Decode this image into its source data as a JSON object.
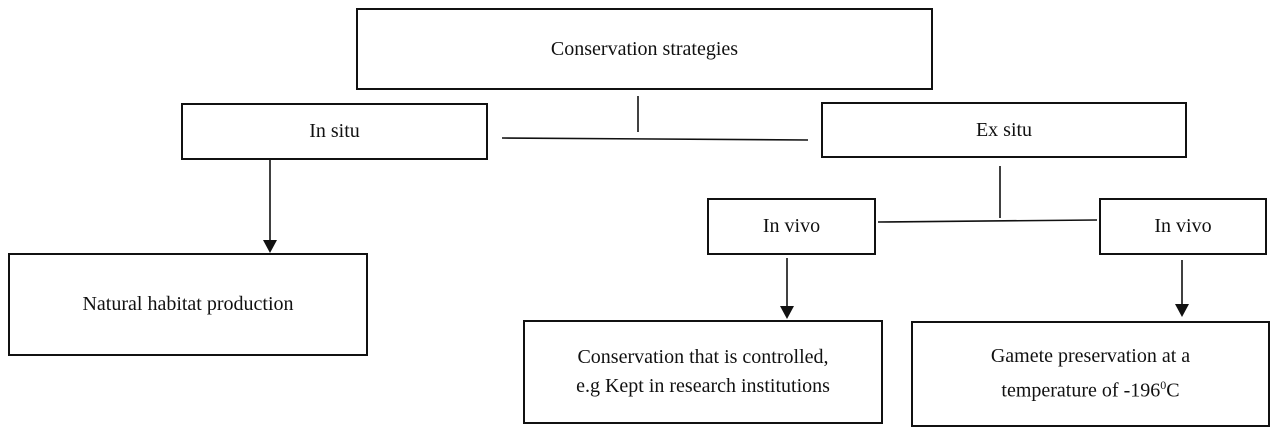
{
  "diagram": {
    "root": {
      "label": "Conservation strategies"
    },
    "in_situ": {
      "label": "In situ"
    },
    "ex_situ": {
      "label": "Ex situ"
    },
    "in_vivo_left": {
      "label": "In vivo"
    },
    "in_vivo_right": {
      "label": "In vivo"
    },
    "natural_habitat": {
      "label": "Natural habitat production"
    },
    "controlled": {
      "line1": "Conservation that is controlled,",
      "line2": "e.g Kept in research institutions"
    },
    "gamete": {
      "line1": "Gamete preservation at a",
      "line2_prefix": "temperature of -196",
      "line2_sup": "0",
      "line2_suffix": "C"
    }
  }
}
